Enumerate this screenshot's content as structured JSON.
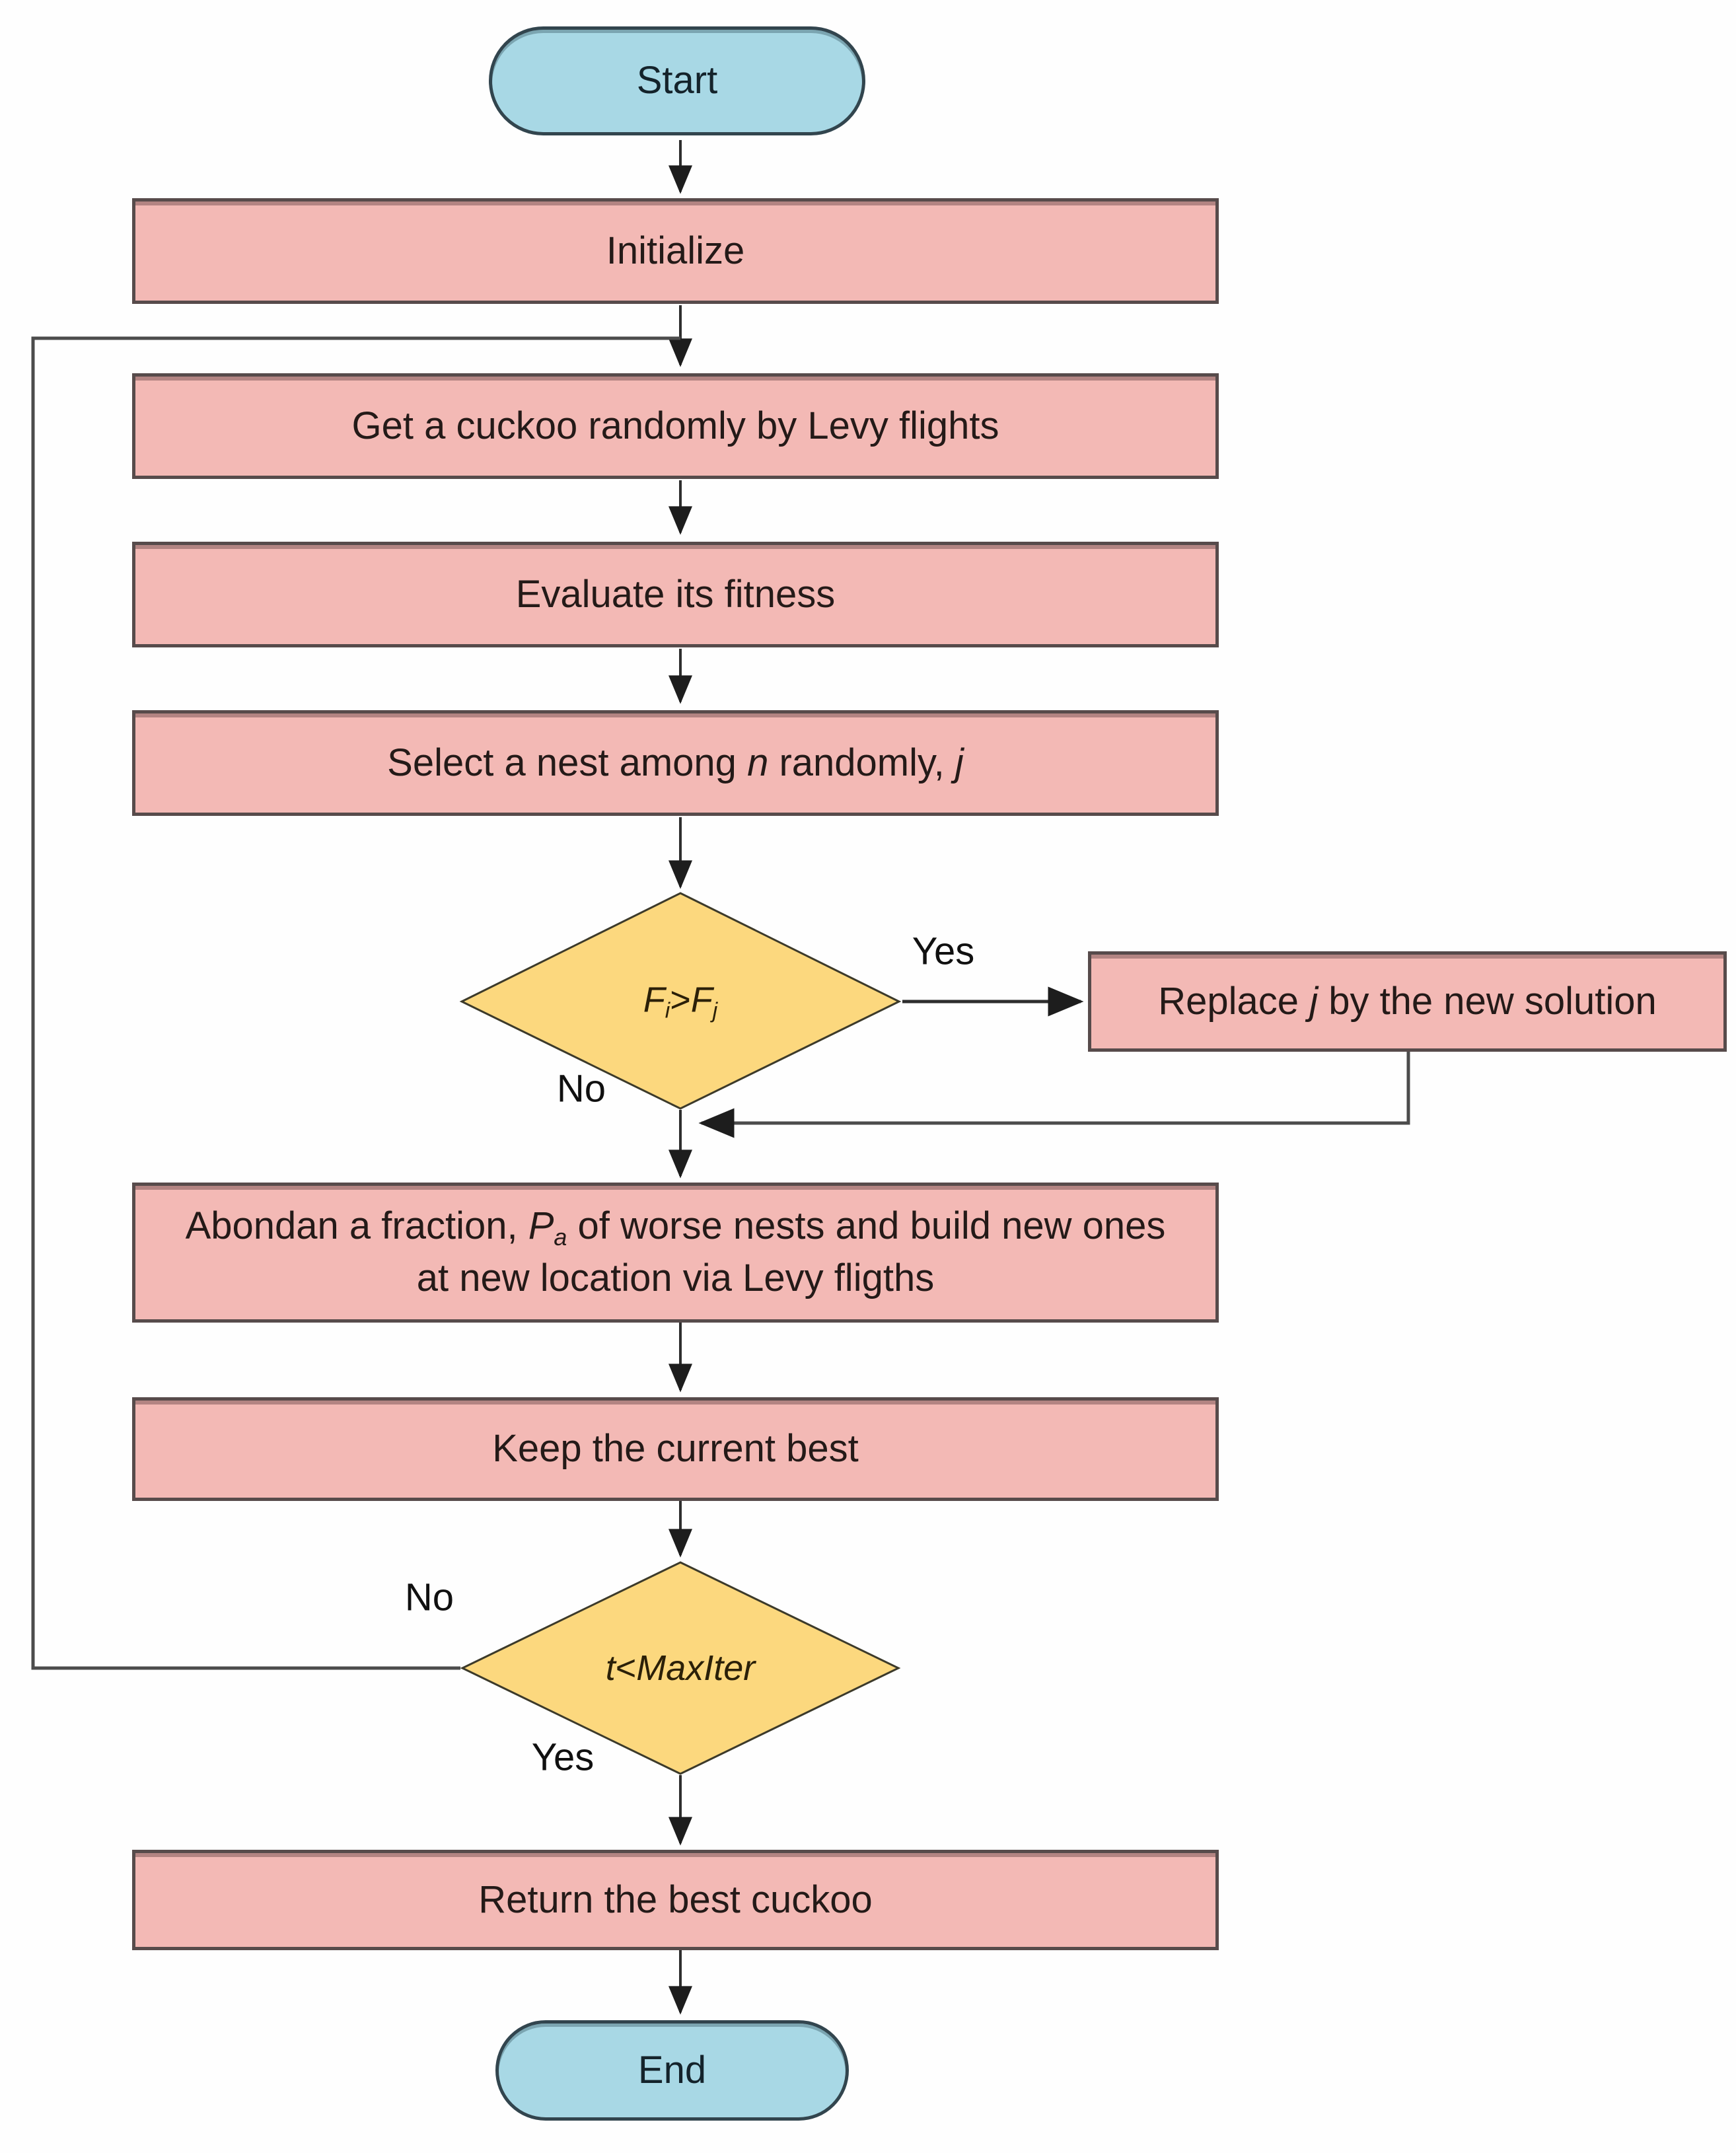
{
  "colors": {
    "terminal_fill": "#a8d8e5",
    "terminal_border": "#32454e",
    "process_fill": "#f3b9b5",
    "process_border": "#574b4b",
    "decision_fill": "#fcd87e",
    "decision_border": "#3c3a2a",
    "line_color": "#2e2e2e",
    "loop_line_color": "#4c4c4c",
    "text_dark": "#241a18"
  },
  "nodes": {
    "start": {
      "label": "Start"
    },
    "initialize": {
      "label": "Initialize"
    },
    "get_cuckoo": {
      "label": "Get a cuckoo randomly by Levy flights"
    },
    "evaluate": {
      "label": "Evaluate its fitness"
    },
    "select_nest": {
      "label_rich": [
        {
          "t": "Select a nest among "
        },
        {
          "t": "n",
          "i": true
        },
        {
          "t": " randomly, "
        },
        {
          "t": "j",
          "i": true
        }
      ]
    },
    "decision_fitness": {
      "label_rich": [
        {
          "t": "F",
          "i": true
        },
        {
          "t": "i",
          "i": true,
          "sub": true
        },
        {
          "t": ">"
        },
        {
          "t": "F",
          "i": true
        },
        {
          "t": "j",
          "i": true,
          "sub": true
        }
      ]
    },
    "replace": {
      "label_rich": [
        {
          "t": "Replace "
        },
        {
          "t": "j",
          "i": true
        },
        {
          "t": " by the new solution"
        }
      ]
    },
    "abandon": {
      "label_rich": [
        {
          "t": "Abondan a fraction, "
        },
        {
          "t": "P",
          "i": true
        },
        {
          "t": "a",
          "i": true,
          "sub": true
        },
        {
          "t": " of worse nests and build new ones at new location via Levy fligths"
        }
      ]
    },
    "keep_best": {
      "label": "Keep the current best"
    },
    "decision_iter": {
      "label_rich": [
        {
          "t": "t",
          "i": true
        },
        {
          "t": "<"
        },
        {
          "t": "MaxIter",
          "i": true
        }
      ]
    },
    "return_best": {
      "label": "Return the best cuckoo"
    },
    "end": {
      "label": "End"
    }
  },
  "edge_labels": {
    "fitness_yes": "Yes",
    "fitness_no": "No",
    "iter_no": "No",
    "iter_yes": "Yes"
  }
}
